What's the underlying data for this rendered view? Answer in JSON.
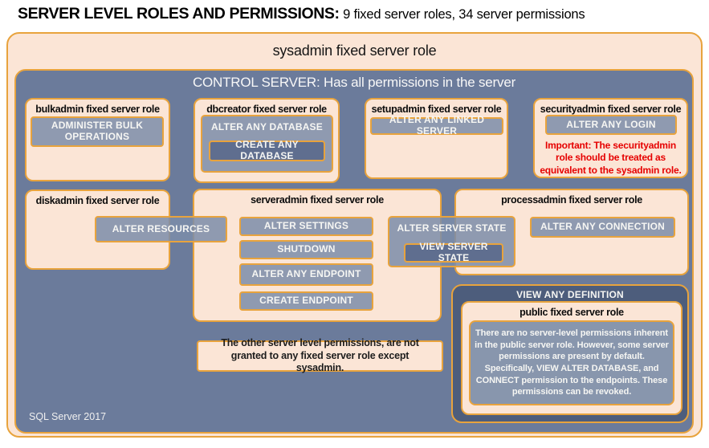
{
  "header": {
    "title_strong": "SERVER LEVEL ROLES AND PERMISSIONS:",
    "title_detail": "9 fixed server roles, 34 server permissions"
  },
  "sysadmin": {
    "label": "sysadmin fixed server role"
  },
  "control_server": {
    "label": "CONTROL SERVER: Has all permissions in the server",
    "footer": "SQL Server 2017"
  },
  "roles": {
    "bulkadmin": {
      "title": "bulkadmin fixed server role",
      "permission": "ADMINISTER BULK OPERATIONS"
    },
    "dbcreator": {
      "title": "dbcreator fixed server role",
      "permission": "ALTER ANY DATABASE",
      "nested_permission": "CREATE ANY DATABASE"
    },
    "setupadmin": {
      "title": "setupadmin fixed server role",
      "permission": "ALTER ANY LINKED SERVER"
    },
    "securityadmin": {
      "title": "securityadmin fixed server role",
      "permission": "ALTER ANY LOGIN",
      "warning": "Important: The securityadmin role should be treated as equivalent to the sysadmin role."
    },
    "diskadmin": {
      "title": "diskadmin fixed server role",
      "permission": "ALTER RESOURCES"
    },
    "serveradmin": {
      "title": "serveradmin fixed server role",
      "permissions": [
        "ALTER SETTINGS",
        "SHUTDOWN",
        "ALTER ANY ENDPOINT",
        "CREATE ENDPOINT"
      ]
    },
    "serveradmin_processadmin_shared": {
      "permission": "ALTER SERVER STATE",
      "nested_permission": "VIEW SERVER STATE"
    },
    "processadmin": {
      "title": "processadmin fixed server role",
      "permission": "ALTER ANY CONNECTION"
    },
    "public": {
      "container_permission": "VIEW ANY DEFINITION",
      "title": "public fixed server role",
      "note": "There are no server-level permissions inherent in the public server role. However, some server permissions are present by default. Specifically, VIEW ALTER DATABASE, and CONNECT permission to the endpoints. These permissions can be revoked."
    }
  },
  "footnote": "The other server level permissions, are not granted to any fixed server role except sysadmin.",
  "colors": {
    "peach_fill": "#FBE5D6",
    "gold_border": "#E8A33D",
    "control_fill": "#6B7B9B",
    "permission_fill": "#8E9AB0",
    "nested_permission_fill": "#5F6E8F",
    "definition_fill": "#4D5D7C",
    "warning_red": "#E60000"
  }
}
